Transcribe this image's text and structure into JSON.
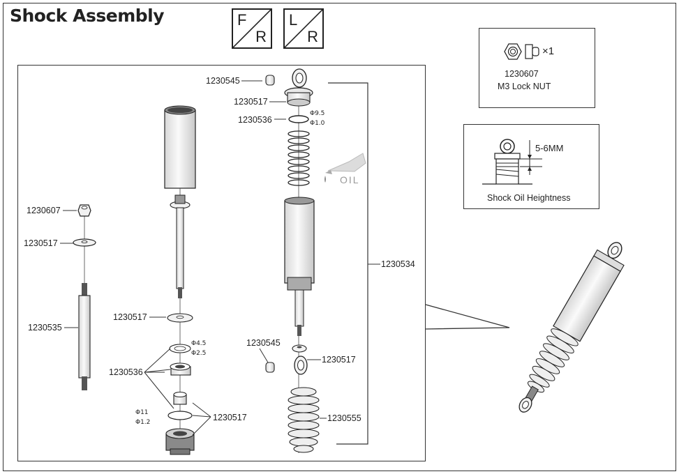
{
  "title": "Shock Assembly",
  "symbols": [
    {
      "top": "F",
      "bottom": "R"
    },
    {
      "top": "L",
      "bottom": "R"
    }
  ],
  "nut_box": {
    "count": "×1",
    "part": "1230607",
    "name": "M3 Lock NUT"
  },
  "oil_box": {
    "dimension": "5-6MM",
    "caption": "Shock Oil Heightness"
  },
  "labels": {
    "p1230545_top": "1230545",
    "p1230517_top": "1230517",
    "p1230536_top": "1230536",
    "phi95": "Φ9.5",
    "phi10": "Φ1.0",
    "oil": "OIL",
    "p1230534": "1230534",
    "p1230607": "1230607",
    "p1230517_left": "1230517",
    "p1230535": "1230535",
    "p1230517_mid": "1230517",
    "phi45": "Φ4.5",
    "phi25": "Φ2.5",
    "p1230536_mid": "1230536",
    "phi11": "Φ11",
    "phi12": "Φ1.2",
    "p1230517_bot": "1230517",
    "p1230545_bot": "1230545",
    "p1230517_rod": "1230517",
    "p1230555": "1230555"
  }
}
